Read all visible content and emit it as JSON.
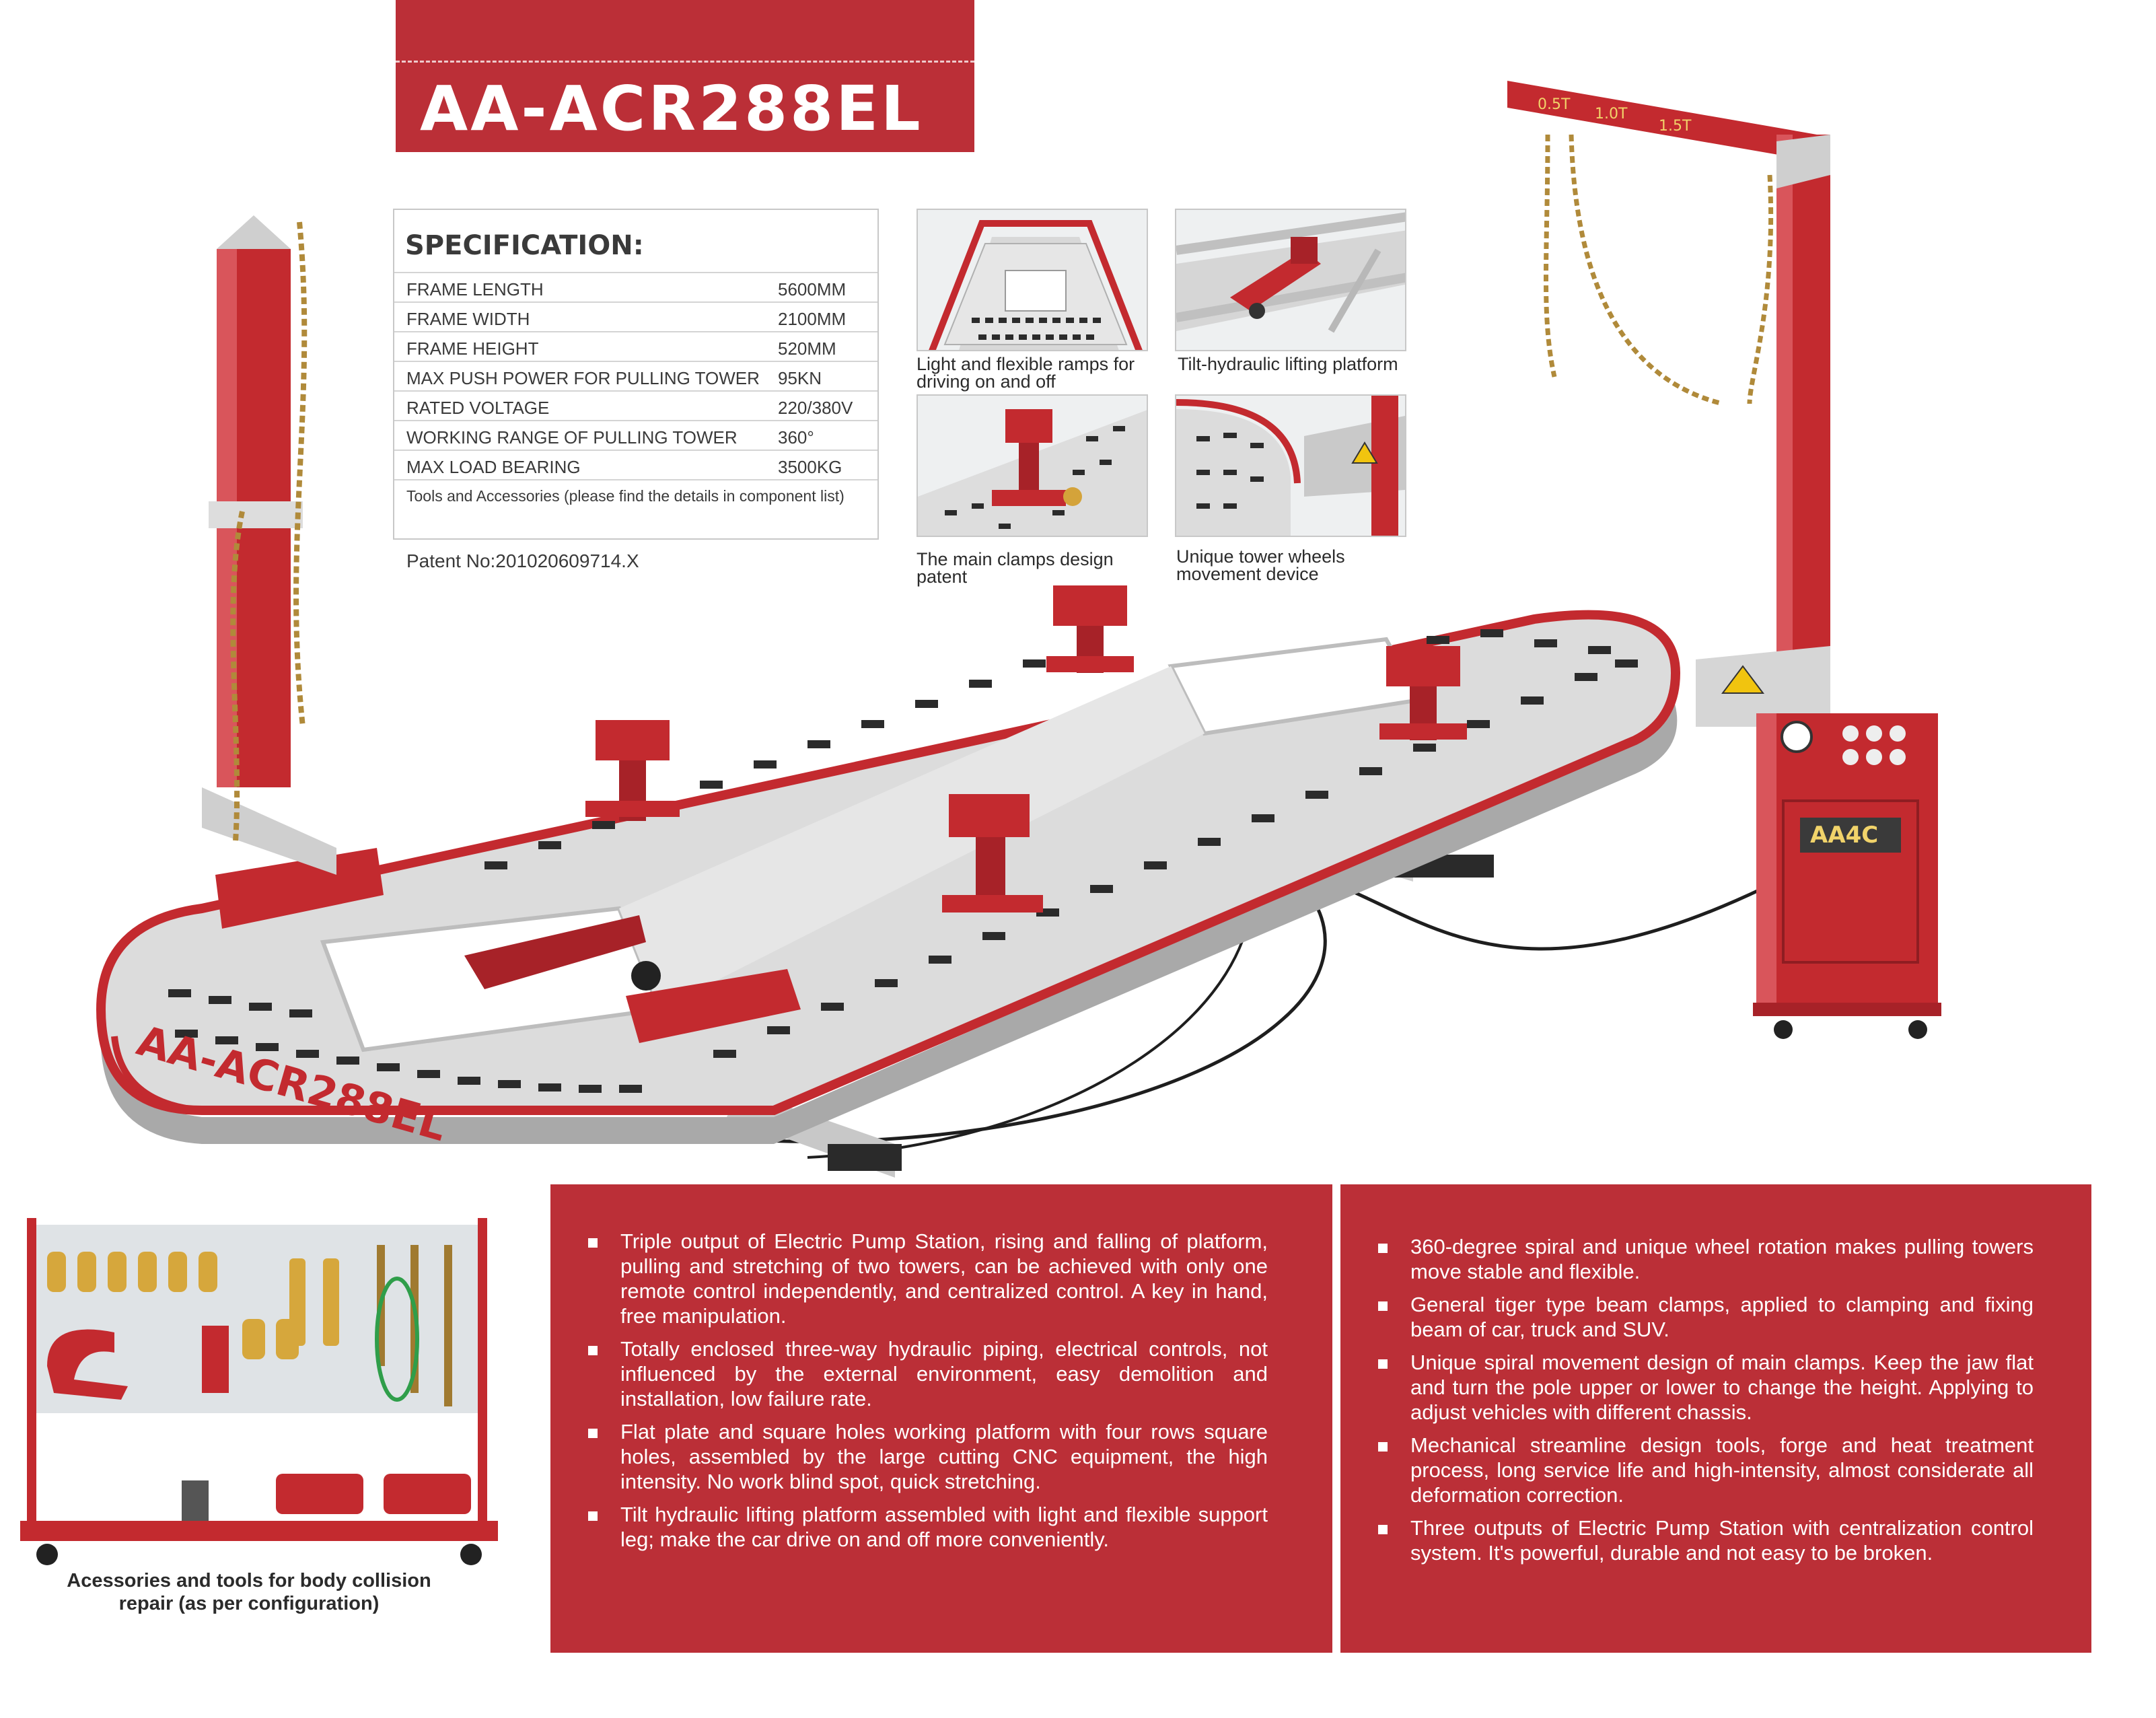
{
  "header": {
    "title": "AA-ACR288EL"
  },
  "specification": {
    "heading": "SPECIFICATION:",
    "rows": [
      {
        "label": "FRAME LENGTH",
        "value": "5600MM"
      },
      {
        "label": "FRAME WIDTH",
        "value": "2100MM"
      },
      {
        "label": "FRAME HEIGHT",
        "value": "520MM"
      },
      {
        "label": "MAX PUSH POWER FOR PULLING TOWER",
        "value": "95KN"
      },
      {
        "label": "RATED VOLTAGE",
        "value": "220/380V"
      },
      {
        "label": "WORKING RANGE OF PULLING TOWER",
        "value": "360°"
      },
      {
        "label": "MAX LOAD BEARING",
        "value": "3500KG"
      }
    ],
    "note": "Tools and Accessories (please find the details in component list)"
  },
  "patent": "Patent No:201020609714.X",
  "thumbnails": [
    {
      "caption_line1": "Light and flexible ramps for",
      "caption_line2": "driving on and off"
    },
    {
      "caption_line1": "Tilt-hydraulic lifting platform",
      "caption_line2": ""
    },
    {
      "caption_line1": "The main clamps design",
      "caption_line2": "patent"
    },
    {
      "caption_line1": "Unique tower wheels",
      "caption_line2": "movement device"
    }
  ],
  "machine": {
    "base_label": "AA-ACR288EL",
    "control_box_logo": "AA4C",
    "arm_marks": [
      "0.5T",
      "1.0T",
      "1.5T"
    ]
  },
  "accessories": {
    "caption_line1": "Acessories and tools for body collision",
    "caption_line2": "repair (as per configuration)"
  },
  "features_left": [
    "Triple output of Electric Pump Station, rising and falling of platform, pulling and stretching of two towers, can be achieved with only one remote control independently, and centralized control. A key in hand, free manipulation.",
    "Totally enclosed three-way hydraulic piping, electrical controls, not influenced by the external environment, easy demolition and installation, low failure rate.",
    "Flat plate and square holes working platform with four rows square holes, assembled by the large cutting CNC equipment, the high intensity. No work blind spot, quick stretching.",
    "Tilt hydraulic lifting platform assembled with light and flexible support leg; make the car drive on and off more conveniently."
  ],
  "features_right": [
    "360-degree spiral and unique wheel rotation makes pulling towers move stable and flexible.",
    "General tiger type beam clamps, applied to clamping and fixing beam of car, truck and SUV.",
    "Unique spiral movement design of main clamps. Keep the jaw flat and turn the pole upper or lower to change the height. Applying to adjust vehicles with different chassis.",
    "Mechanical streamline design tools, forge and heat treatment process, long service life and high-intensity, almost considerate all deformation correction.",
    "Three outputs of Electric Pump Station with centralization control system. It's powerful, durable and not easy to be broken."
  ],
  "colors": {
    "brand_red": "#bb2f37",
    "frame_grey": "#dcdcdc",
    "frame_red": "#c32a2f"
  }
}
